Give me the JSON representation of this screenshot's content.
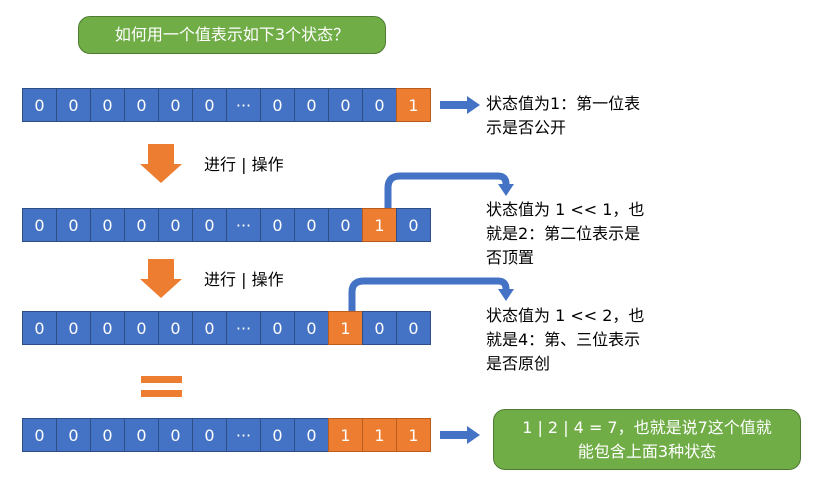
{
  "title": "如何用一个值表示如下3个状态？",
  "rows": [
    {
      "bits": [
        "0",
        "0",
        "0",
        "0",
        "0",
        "0",
        "···",
        "0",
        "0",
        "0",
        "0",
        "1"
      ],
      "on": [
        11
      ],
      "desc_lines": [
        "状态值为1：第一位表",
        "示是否公开"
      ]
    },
    {
      "bits": [
        "0",
        "0",
        "0",
        "0",
        "0",
        "0",
        "···",
        "0",
        "0",
        "0",
        "1",
        "0"
      ],
      "on": [
        10
      ],
      "desc_lines": [
        "状态值为 1 << 1，也",
        "就是2：第二位表示是",
        "否顶置"
      ]
    },
    {
      "bits": [
        "0",
        "0",
        "0",
        "0",
        "0",
        "0",
        "···",
        "0",
        "0",
        "1",
        "0",
        "0"
      ],
      "on": [
        9
      ],
      "desc_lines": [
        "状态值为 1 << 2，也",
        "就是4：第、三位表示",
        "是否原创"
      ]
    },
    {
      "bits": [
        "0",
        "0",
        "0",
        "0",
        "0",
        "0",
        "···",
        "0",
        "0",
        "1",
        "1",
        "1"
      ],
      "on": [
        9,
        10,
        11
      ]
    }
  ],
  "operation_label": "进行 | 操作",
  "result_lines": [
    "1 | 2 | 4 = 7，也就是说7这个值就",
    "能包含上面3种状态"
  ],
  "colors": {
    "bit_off": "#4472c4",
    "bit_on": "#ed7d31",
    "pill": "#70ad47",
    "arrow_blue": "#4472c4",
    "arrow_orange": "#ed7d31"
  }
}
